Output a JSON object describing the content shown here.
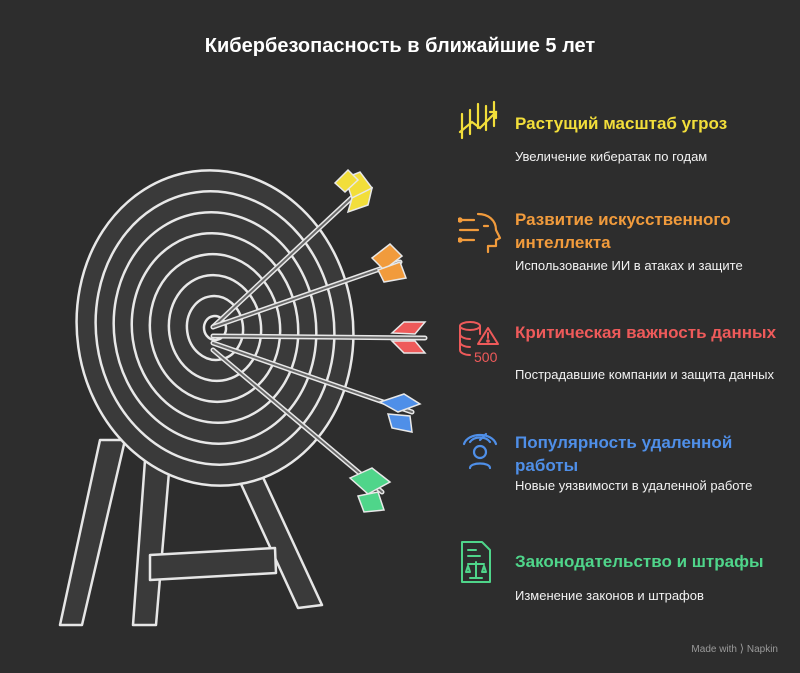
{
  "title": "Кибербезопасность в ближайшие 5 лет",
  "items": [
    {
      "title": "Растущий масштаб угроз",
      "description": "Увеличение кибератак по годам",
      "color": "#f2de3a",
      "icon": "growth-chart-icon"
    },
    {
      "title": "Развитие искусственного интеллекта",
      "description": "Использование ИИ в атаках и защите",
      "color": "#f19b3c",
      "icon": "ai-head-icon"
    },
    {
      "title": "Критическая важность данных",
      "description": "Пострадавшие компании и защита данных",
      "color": "#ee5a5a",
      "icon": "database-warning-icon",
      "icon_text": "500"
    },
    {
      "title": "Популярность удаленной работы",
      "description": "Новые уязвимости в удаленной работе",
      "color": "#4f8fe8",
      "icon": "remote-worker-icon"
    },
    {
      "title": "Законодательство и штрафы",
      "description": "Изменение законов и штрафов",
      "color": "#4fd58a",
      "icon": "legal-document-icon"
    }
  ],
  "footer": {
    "text": "Made with",
    "brand": "Napkin"
  }
}
